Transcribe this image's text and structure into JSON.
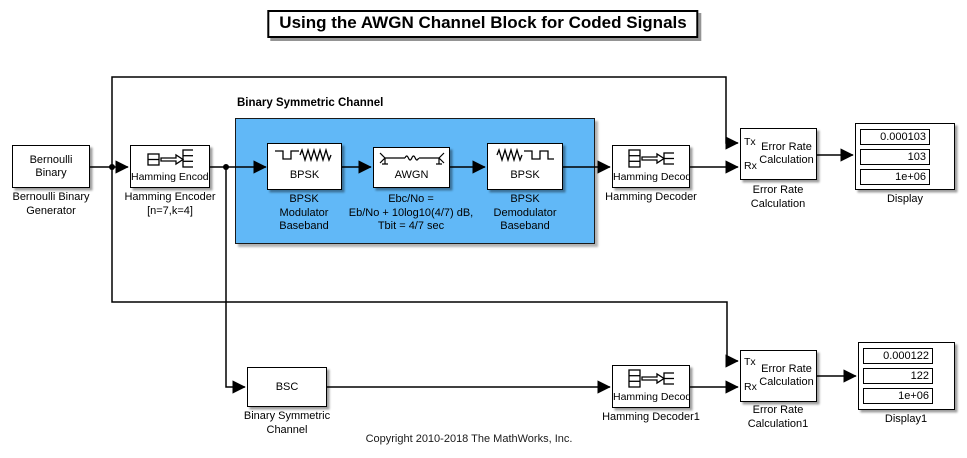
{
  "title": "Using the AWGN Channel Block for Coded Signals",
  "area_label": "Binary Symmetric Channel",
  "copyright": "Copyright 2010-2018 The MathWorks, Inc.",
  "colors": {
    "area_blue": "#61b8f7",
    "wire": "#000000",
    "block_bg": "#ffffff"
  },
  "blocks": {
    "bernoulli": {
      "text": "Bernoulli\nBinary",
      "caption": "Bernoulli Binary\nGenerator"
    },
    "hamming_encoder": {
      "text": "Hamming Encoder",
      "caption": "Hamming Encoder\n[n=7,k=4]"
    },
    "bpsk_mod": {
      "text": "BPSK",
      "caption": "BPSK\nModulator\nBaseband"
    },
    "awgn": {
      "text": "AWGN",
      "caption": "Ebc/No =\nEb/No + 10log10(4/7) dB,\nTbit = 4/7 sec"
    },
    "bpsk_demod": {
      "text": "BPSK",
      "caption": "BPSK\nDemodulator\nBaseband"
    },
    "hamming_decoder": {
      "text": "Hamming Decoder",
      "caption": "Hamming Decoder"
    },
    "error_rate": {
      "tx": "Tx",
      "rx": "Rx",
      "text": "Error Rate\nCalculation",
      "caption": "Error Rate\nCalculation"
    },
    "display": {
      "values": [
        "0.000103",
        "103",
        "1e+06"
      ],
      "caption": "Display"
    },
    "bsc": {
      "text": "BSC",
      "caption": "Binary Symmetric\nChannel"
    },
    "hamming_decoder1": {
      "text": "Hamming Decoder",
      "caption": "Hamming Decoder1"
    },
    "error_rate1": {
      "tx": "Tx",
      "rx": "Rx",
      "text": "Error Rate\nCalculation",
      "caption": "Error Rate\nCalculation1"
    },
    "display1": {
      "values": [
        "0.000122",
        "122",
        "1e+06"
      ],
      "caption": "Display1"
    }
  }
}
